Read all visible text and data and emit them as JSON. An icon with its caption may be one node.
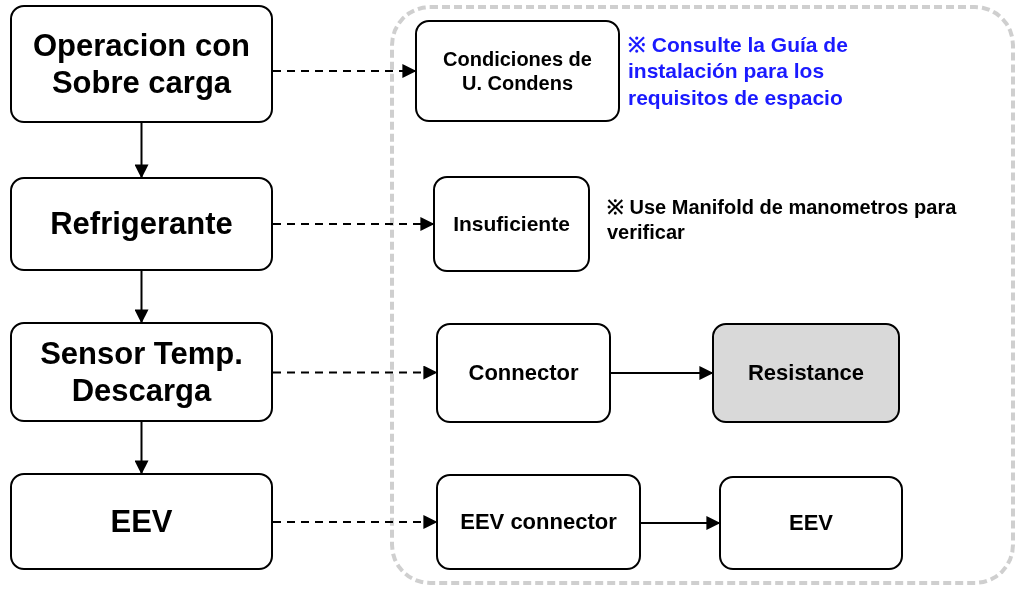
{
  "diagram": {
    "nodes": [
      {
        "text": [
          "Operacion con Sobre carga"
        ]
      },
      {
        "text": [
          "Refrigerante"
        ]
      },
      {
        "text": [
          "Sensor Temp. Descarga"
        ]
      },
      {
        "text": [
          "EEV"
        ]
      },
      {
        "text": [],
        "shape": "box"
      },
      {
        "text": [
          "Condiciones de U. Condens"
        ],
        "in": 4,
        "beside": [
          "※ Consulte la Guía de instalación para los requisitos de espacio"
        ]
      },
      {
        "text": [
          "Insuficiente"
        ],
        "in": 4,
        "beside": [
          "※ Use Manifold de manometros para verificar"
        ]
      },
      {
        "text": [
          "Connector"
        ],
        "in": 4
      },
      {
        "text": [
          "Resistance"
        ],
        "in": 4
      },
      {
        "text": [
          "EEV connector"
        ],
        "in": 4
      },
      {
        "text": [
          "EEV"
        ],
        "in": 4
      }
    ],
    "edges": [
      {
        "from": 0,
        "to": 1,
        "arrow": "to"
      },
      {
        "from": 1,
        "to": 2,
        "arrow": "to"
      },
      {
        "from": 2,
        "to": 3,
        "arrow": "to"
      },
      {
        "from": 0,
        "to": 5,
        "arrow": "to",
        "style": "dashed"
      },
      {
        "from": 1,
        "to": 6,
        "arrow": "to",
        "style": "dashed"
      },
      {
        "from": 2,
        "to": 7,
        "arrow": "to",
        "style": "dashed"
      },
      {
        "from": 3,
        "to": 9,
        "arrow": "to",
        "style": "dashed"
      },
      {
        "from": 7,
        "to": 8,
        "arrow": "to"
      },
      {
        "from": 9,
        "to": 10,
        "arrow": "to"
      }
    ]
  }
}
